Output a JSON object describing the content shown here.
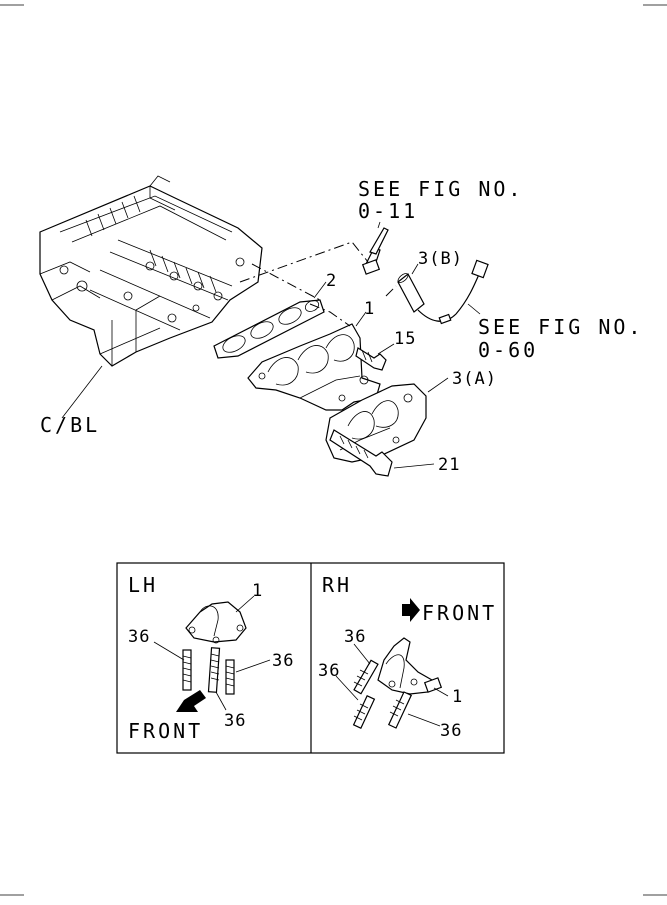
{
  "labels": {
    "see_fig_top_line1": "SEE FIG NO.",
    "see_fig_top_line2": "0-11",
    "see_fig_right_line1": "SEE FIG NO.",
    "see_fig_right_line2": "0-60",
    "part_3b": "3(B)",
    "part_2": "2",
    "part_1": "1",
    "part_15": "15",
    "part_3a": "3(A)",
    "part_21": "21",
    "cbl": "C/BL"
  },
  "inset_lh": {
    "title": "LH",
    "part_1": "1",
    "part_36_a": "36",
    "part_36_b": "36",
    "part_36_c": "36",
    "front": "FRONT"
  },
  "inset_rh": {
    "title": "RH",
    "front": "FRONT",
    "part_36_a": "36",
    "part_36_b": "36",
    "part_36_c": "36",
    "part_1": "1"
  }
}
